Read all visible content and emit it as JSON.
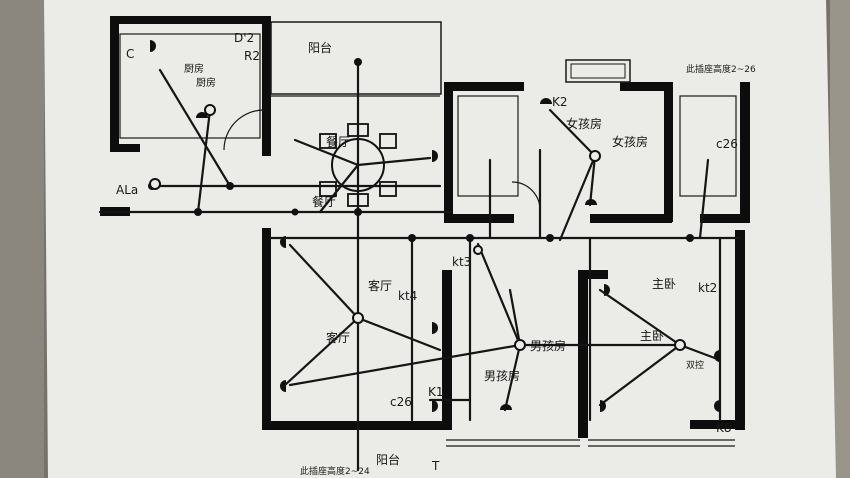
{
  "diagram": {
    "rooms": {
      "kitchen_a": "厨房",
      "kitchen_b": "厨房",
      "balcony_top": "阳台",
      "dining_a": "餐厅",
      "dining_b": "餐厅",
      "girl_room_a": "女孩房",
      "girl_room_b": "女孩房",
      "living_a": "客厅",
      "living_b": "客厅",
      "boy_room_a": "男孩房",
      "boy_room_b": "男孩房",
      "master_a": "主卧",
      "master_b": "主卧",
      "balcony_bottom": "阳台"
    },
    "labels": {
      "r2": "R2",
      "d2": "D'2",
      "c": "C",
      "ala": "ALa",
      "k2": "K2",
      "kt2": "kt2",
      "kt3": "kt3",
      "k1": "K1",
      "k8": "K8",
      "kt4": "kt4",
      "c26_top": "c26",
      "c26_bottom": "c26",
      "note_top": "此插座高度2~26",
      "note_bottom": "此插座高度2~24",
      "double_control": "双控",
      "t": "T"
    }
  }
}
